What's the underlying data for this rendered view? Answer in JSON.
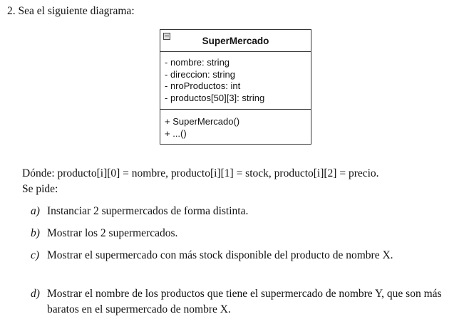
{
  "heading": "2. Sea el siguiente diagrama:",
  "uml": {
    "class_name": "SuperMercado",
    "attributes": [
      "- nombre: string",
      "- direccion: string",
      "- nroProductos: int",
      "- productos[50][3]: string"
    ],
    "operations": [
      "+ SuperMercado()",
      "+ ...()"
    ],
    "icon": "collapse-icon"
  },
  "where_text": "Dónde: producto[i][0] = nombre, producto[i][1] = stock, producto[i][2] = precio.",
  "asks_text": "Se pide:",
  "items": [
    {
      "label": "a)",
      "text": "Instanciar 2 supermercados de forma distinta."
    },
    {
      "label": "b)",
      "text": "Mostrar los 2 supermercados."
    },
    {
      "label": "c)",
      "text": "Mostrar el supermercado con más stock disponible del producto de nombre X."
    },
    {
      "label": "d)",
      "text": "Mostrar el nombre de los productos que tiene el supermercado de nombre Y, que son más baratos en el supermercado de nombre X."
    }
  ]
}
